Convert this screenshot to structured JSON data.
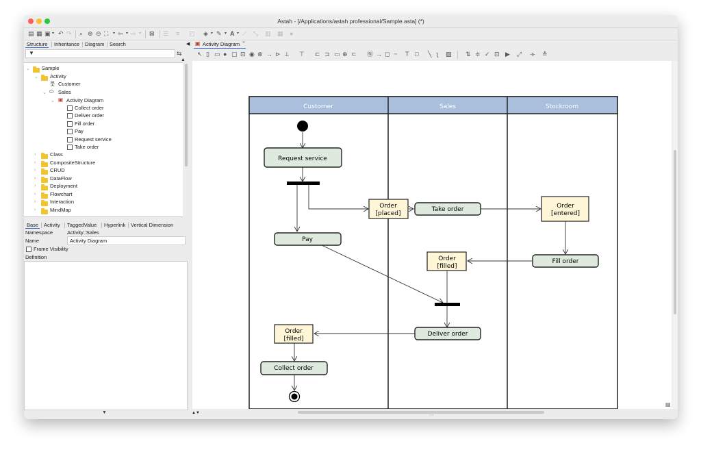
{
  "window": {
    "title": "Astah - [/Applications/astah professional/Sample.asta] (*)"
  },
  "left_pane": {
    "tabs": [
      "Structure",
      "Inheritance",
      "Diagram",
      "Search"
    ],
    "filter_icon": "filter-funnel-icon",
    "tree": {
      "root": "Sample",
      "activity": "Activity",
      "customer": "Customer",
      "sales": "Sales",
      "diagram": "Activity Diagram",
      "diagram_children": [
        "Collect order",
        "Deliver order",
        "Fill order",
        "Pay",
        "Request service",
        "Take order"
      ],
      "folders": [
        "Class",
        "CompositeStructure",
        "CRUD",
        "DataFlow",
        "Deployment",
        "Flowchart",
        "Interaction",
        "MindMap"
      ]
    },
    "props_tabs": [
      "Base",
      "Activity",
      "TaggedValue",
      "Hyperlink",
      "Vertical Dimension"
    ],
    "props": {
      "namespace_label": "Namespace",
      "namespace_value": "Activity::Sales",
      "name_label": "Name",
      "name_value": "Activity Diagram",
      "frame_visibility_label": "Frame Visibility",
      "definition_label": "Definition"
    }
  },
  "diagram_tab": {
    "label": "Activity Diagram",
    "icon": "activity-diagram-icon"
  },
  "diagram": {
    "lanes": [
      "Customer",
      "Sales",
      "Stockroom"
    ],
    "actions": {
      "request_service": "Request service",
      "pay": "Pay",
      "take_order": "Take order",
      "fill_order": "Fill order",
      "deliver_order": "Deliver order",
      "collect_order": "Collect order"
    },
    "objects": {
      "placed": [
        "Order",
        "[placed]"
      ],
      "entered": [
        "Order",
        "[entered]"
      ],
      "filled_sales": [
        "Order",
        "[filled]"
      ],
      "filled_customer": [
        "Order",
        "[filled]"
      ]
    },
    "colors": {
      "lane_header": "#a9bfdc",
      "action_fill": "#dfeadf",
      "object_fill": "#fff6d8"
    }
  }
}
